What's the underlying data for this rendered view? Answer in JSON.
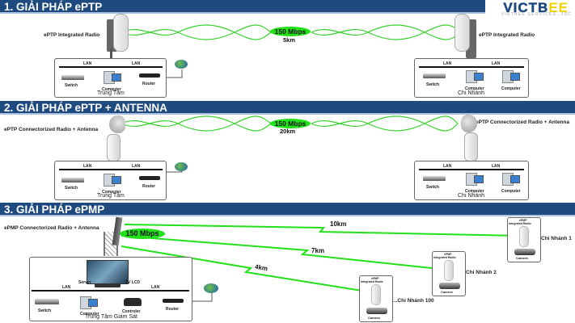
{
  "logo": {
    "brand": "VICTBEE",
    "brand_left": "VICTB",
    "brand_right": "EE",
    "tagline": "VIETBEE SERVICES.,JSC",
    "colors": {
      "brand": "#1f4a80",
      "accent": "#f2d100"
    }
  },
  "sections": [
    {
      "title": "1. GIẢI PHÁP ePTP",
      "speed": "150 Mbps",
      "distance": "5km",
      "left_radio_label": "ePTP Integrated Radio",
      "right_radio_label": "ePTP Integrated Radio",
      "left_site": {
        "name": "Trung Tâm",
        "lan_labels": [
          "LAN",
          "LAN"
        ],
        "devices": [
          "Switch",
          "Computer",
          "Router"
        ],
        "internet_label": "Internet"
      },
      "right_site": {
        "name": "Chi Nhánh",
        "lan_labels": [
          "LAN",
          "LAN"
        ],
        "devices": [
          "Switch",
          "Computer",
          "Computer"
        ]
      }
    },
    {
      "title": "2. GIẢI PHÁP ePTP + ANTENNA",
      "speed": "150 Mbps",
      "distance": "20km",
      "left_radio_label": "ePTP Connectorized Radio + Antenna",
      "right_radio_label": "ePTP Connectorized Radio + Antenna",
      "left_site": {
        "name": "Trung Tâm",
        "lan_labels": [
          "LAN",
          "LAN"
        ],
        "devices": [
          "Switch",
          "Computer",
          "Router"
        ],
        "internet_label": "Internet"
      },
      "right_site": {
        "name": "Chi Nhánh",
        "lan_labels": [
          "LAN",
          "LAN"
        ],
        "devices": [
          "Switch",
          "Computer",
          "Computer"
        ]
      }
    },
    {
      "title": "3. GIẢI PHÁP ePMP",
      "speed": "150 Mbps",
      "radio_label": "ePMP Connectorized Radio + Antenna",
      "center": {
        "name": "Trung Tâm Giám Sát",
        "lan_labels": [
          "LAN",
          "LAN"
        ],
        "server_label": "Server",
        "tv_label": "TV LCD",
        "devices": [
          "Switch",
          "Computer",
          "Controler",
          "Router"
        ],
        "internet_label": "Internet"
      },
      "links": [
        {
          "distance": "10km",
          "branch": "Chi Nhánh 1"
        },
        {
          "distance": "7km",
          "branch": "Chi Nhánh 2"
        },
        {
          "distance": "4km",
          "branch": "...Chi Nhánh 100"
        }
      ],
      "branch_box": {
        "radio_label_1": "ePMP",
        "radio_label_2": "Integrated Radio",
        "camera_label": "Camera"
      }
    }
  ],
  "colors": {
    "header_bar": "#1f4a80",
    "link_green": "#22e01a"
  }
}
